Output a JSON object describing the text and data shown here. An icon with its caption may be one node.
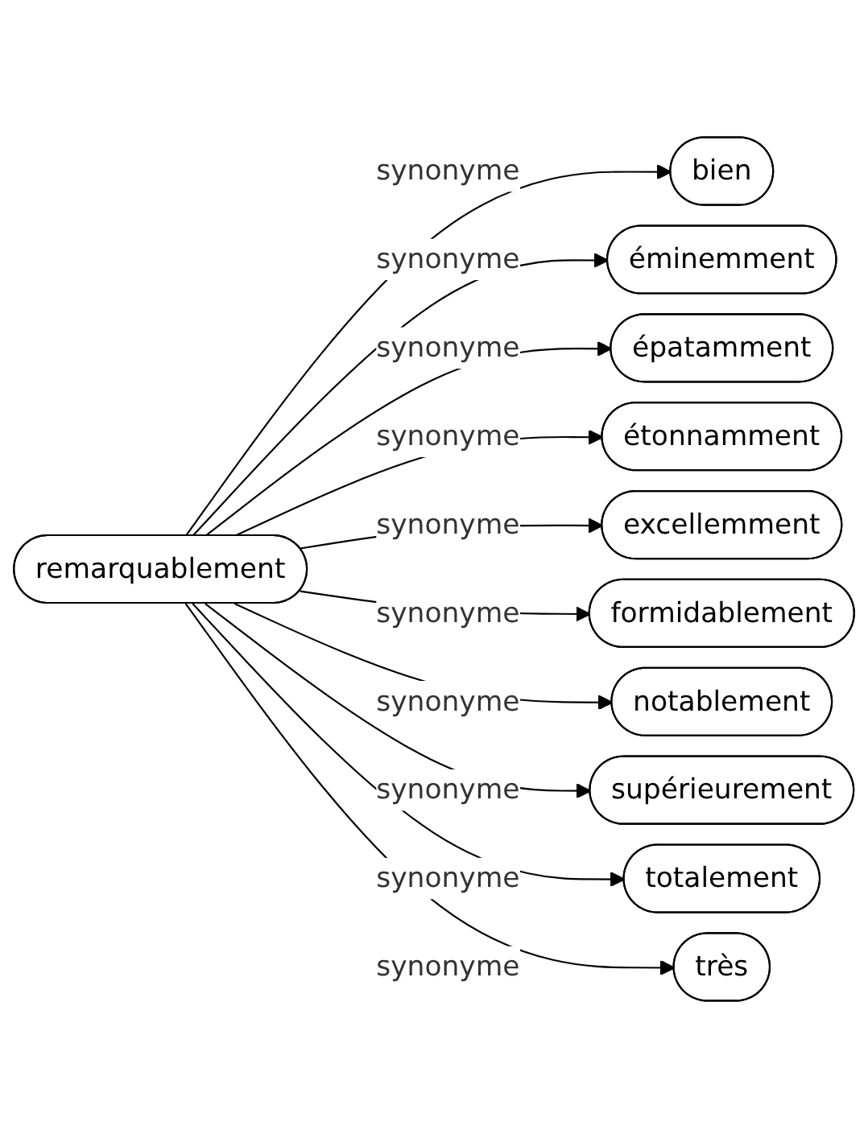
{
  "diagram": {
    "nodes": [
      {
        "text": [
          "remarquablement"
        ]
      },
      {
        "text": [
          "bien"
        ]
      },
      {
        "text": [
          "éminemment"
        ]
      },
      {
        "text": [
          "épatamment"
        ]
      },
      {
        "text": [
          "étonnamment"
        ]
      },
      {
        "text": [
          "excellemment"
        ]
      },
      {
        "text": [
          "formidablement"
        ]
      },
      {
        "text": [
          "notablement"
        ]
      },
      {
        "text": [
          "supérieurement"
        ]
      },
      {
        "text": [
          "totalement"
        ]
      },
      {
        "text": [
          "très"
        ]
      }
    ],
    "edges": [
      {
        "from": 0,
        "to": 1,
        "arrow": "to",
        "label": "synonyme"
      },
      {
        "from": 0,
        "to": 2,
        "arrow": "to",
        "label": "synonyme"
      },
      {
        "from": 0,
        "to": 3,
        "arrow": "to",
        "label": "synonyme"
      },
      {
        "from": 0,
        "to": 4,
        "arrow": "to",
        "label": "synonyme"
      },
      {
        "from": 0,
        "to": 5,
        "arrow": "to",
        "label": "synonyme"
      },
      {
        "from": 0,
        "to": 6,
        "arrow": "to",
        "label": "synonyme"
      },
      {
        "from": 0,
        "to": 7,
        "arrow": "to",
        "label": "synonyme"
      },
      {
        "from": 0,
        "to": 8,
        "arrow": "to",
        "label": "synonyme"
      },
      {
        "from": 0,
        "to": 9,
        "arrow": "to",
        "label": "synonyme"
      },
      {
        "from": 0,
        "to": 10,
        "arrow": "to",
        "label": "synonyme"
      }
    ]
  }
}
